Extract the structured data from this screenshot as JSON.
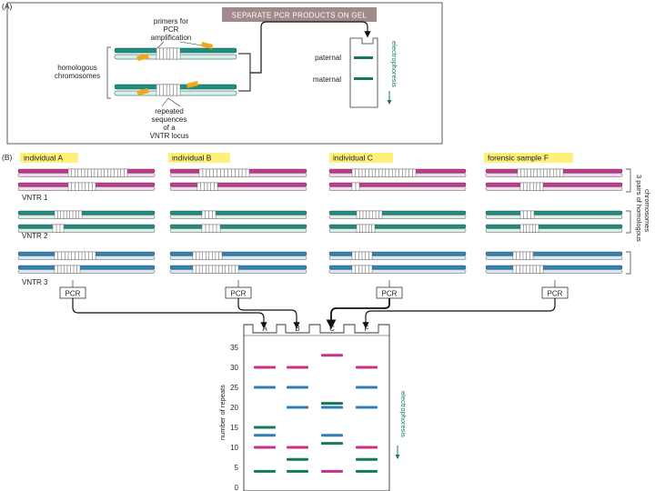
{
  "panel_a": {
    "label": "(A)",
    "header": "SEPARATE PCR PRODUCTS ON GEL",
    "primers_line1": "primers for",
    "primers_line2": "PCR",
    "primers_line3": "amplification",
    "homologous_line1": "homologous",
    "homologous_line2": "chromosomes",
    "repeated_line1": "repeated",
    "repeated_line2": "sequences",
    "repeated_line3": "of a",
    "repeated_line4": "VNTR locus",
    "paternal": "paternal",
    "maternal": "maternal",
    "electrophoresis": "electrophoresis"
  },
  "panel_b": {
    "label": "(B)",
    "individuals": [
      "individual A",
      "individual B",
      "individual C",
      "forensic sample F"
    ],
    "vntr_labels": [
      "VNTR 1",
      "VNTR 2",
      "VNTR 3"
    ],
    "pcr": "PCR",
    "pairs_line1": "3 pairs of homologous",
    "pairs_line2": "chromosomes",
    "electrophoresis": "electrophoresis"
  },
  "gel": {
    "lanes": [
      "A",
      "B",
      "C",
      "F"
    ],
    "ylabel": "number of repeats",
    "yticks": [
      0,
      5,
      10,
      15,
      20,
      25,
      30,
      35
    ],
    "colors": {
      "magenta": "#c8308a",
      "blue": "#2e7db6",
      "green": "#137a5c"
    },
    "bands": [
      {
        "lane": "A",
        "repeats": 30,
        "color": "magenta"
      },
      {
        "lane": "A",
        "repeats": 25,
        "color": "blue"
      },
      {
        "lane": "A",
        "repeats": 15,
        "color": "green"
      },
      {
        "lane": "A",
        "repeats": 13,
        "color": "blue"
      },
      {
        "lane": "A",
        "repeats": 10,
        "color": "magenta"
      },
      {
        "lane": "A",
        "repeats": 4,
        "color": "green"
      },
      {
        "lane": "B",
        "repeats": 30,
        "color": "magenta"
      },
      {
        "lane": "B",
        "repeats": 25,
        "color": "blue"
      },
      {
        "lane": "B",
        "repeats": 20,
        "color": "blue"
      },
      {
        "lane": "B",
        "repeats": 10,
        "color": "magenta"
      },
      {
        "lane": "B",
        "repeats": 7,
        "color": "green"
      },
      {
        "lane": "B",
        "repeats": 4,
        "color": "green"
      },
      {
        "lane": "C",
        "repeats": 33,
        "color": "magenta"
      },
      {
        "lane": "C",
        "repeats": 21,
        "color": "green"
      },
      {
        "lane": "C",
        "repeats": 20,
        "color": "blue"
      },
      {
        "lane": "C",
        "repeats": 13,
        "color": "blue"
      },
      {
        "lane": "C",
        "repeats": 11,
        "color": "green"
      },
      {
        "lane": "C",
        "repeats": 4,
        "color": "magenta"
      },
      {
        "lane": "F",
        "repeats": 30,
        "color": "magenta"
      },
      {
        "lane": "F",
        "repeats": 25,
        "color": "blue"
      },
      {
        "lane": "F",
        "repeats": 20,
        "color": "blue"
      },
      {
        "lane": "F",
        "repeats": 10,
        "color": "magenta"
      },
      {
        "lane": "F",
        "repeats": 7,
        "color": "green"
      },
      {
        "lane": "F",
        "repeats": 4,
        "color": "green"
      }
    ]
  },
  "colors": {
    "chrom_magenta": "#c63a93",
    "chrom_teal": "#1f8f83",
    "chrom_blue": "#2f86b8",
    "label_yellow": "#fff07a",
    "header_bg": "#a08a8c",
    "gel_green": "#137a5c",
    "primer_orange": "#f0a818"
  }
}
